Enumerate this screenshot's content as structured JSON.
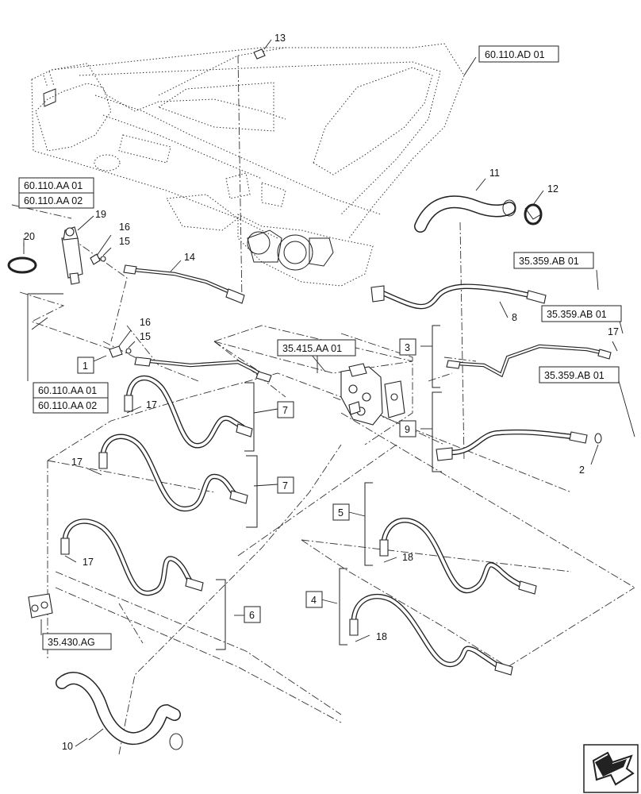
{
  "callouts": {
    "c1": "1",
    "c2": "2",
    "c3": "3",
    "c4": "4",
    "c5": "5",
    "c6": "6",
    "c7a": "7",
    "c7b": "7",
    "c8": "8",
    "c9": "9",
    "c10": "10",
    "c11": "11",
    "c12": "12",
    "c13": "13",
    "c14": "14",
    "c15a": "15",
    "c15b": "15",
    "c16a": "16",
    "c16b": "16",
    "c17a": "17",
    "c17b": "17",
    "c17c": "17",
    "c17d": "17",
    "c18a": "18",
    "c18b": "18",
    "c19": "19",
    "c20": "20"
  },
  "references": {
    "ref_60_110_ad_01": "60.110.AD 01",
    "ref_60_110_aa_01_top": "60.110.AA 01",
    "ref_60_110_aa_02_top": "60.110.AA 02",
    "ref_60_110_aa_01_mid": "60.110.AA 01",
    "ref_60_110_aa_02_mid": "60.110.AA 02",
    "ref_35_359_ab_01_a": "35.359.AB 01",
    "ref_35_359_ab_01_b": "35.359.AB 01",
    "ref_35_359_ab_01_c": "35.359.AB 01",
    "ref_35_415_aa_01": "35.415.AA 01",
    "ref_35_430_ag": "35.430.AG"
  },
  "icons": {
    "nav_icon": "next-page-arrow-icon"
  }
}
